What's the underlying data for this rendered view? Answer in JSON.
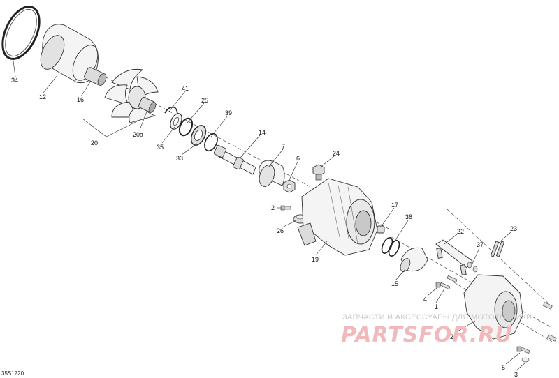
{
  "diagram_code": "35S1220",
  "watermark": {
    "caption": "ЗАПЧАСТИ И АКСЕССУАРЫ ДЛЯ МОТОТЕХНИКИ",
    "brand": "PARTSFOR.RU"
  },
  "callouts": [
    {
      "id": "34",
      "text": "34"
    },
    {
      "id": "12",
      "text": "12"
    },
    {
      "id": "16",
      "text": "16"
    },
    {
      "id": "41",
      "text": "41"
    },
    {
      "id": "25",
      "text": "25"
    },
    {
      "id": "39",
      "text": "39"
    },
    {
      "id": "20a",
      "text": "20a"
    },
    {
      "id": "20",
      "text": "20"
    },
    {
      "id": "35",
      "text": "35"
    },
    {
      "id": "33",
      "text": "33"
    },
    {
      "id": "14",
      "text": "14"
    },
    {
      "id": "7",
      "text": "7"
    },
    {
      "id": "6",
      "text": "6"
    },
    {
      "id": "24",
      "text": "24"
    },
    {
      "id": "2",
      "text": "2"
    },
    {
      "id": "26",
      "text": "26"
    },
    {
      "id": "17",
      "text": "17"
    },
    {
      "id": "38",
      "text": "38"
    },
    {
      "id": "19",
      "text": "19"
    },
    {
      "id": "22",
      "text": "22"
    },
    {
      "id": "23",
      "text": "23"
    },
    {
      "id": "37",
      "text": "37"
    },
    {
      "id": "15",
      "text": "15"
    },
    {
      "id": "4",
      "text": "4"
    },
    {
      "id": "1",
      "text": "1"
    },
    {
      "id": "21",
      "text": "21"
    },
    {
      "id": "5",
      "text": "5"
    },
    {
      "id": "3",
      "text": "3"
    }
  ]
}
